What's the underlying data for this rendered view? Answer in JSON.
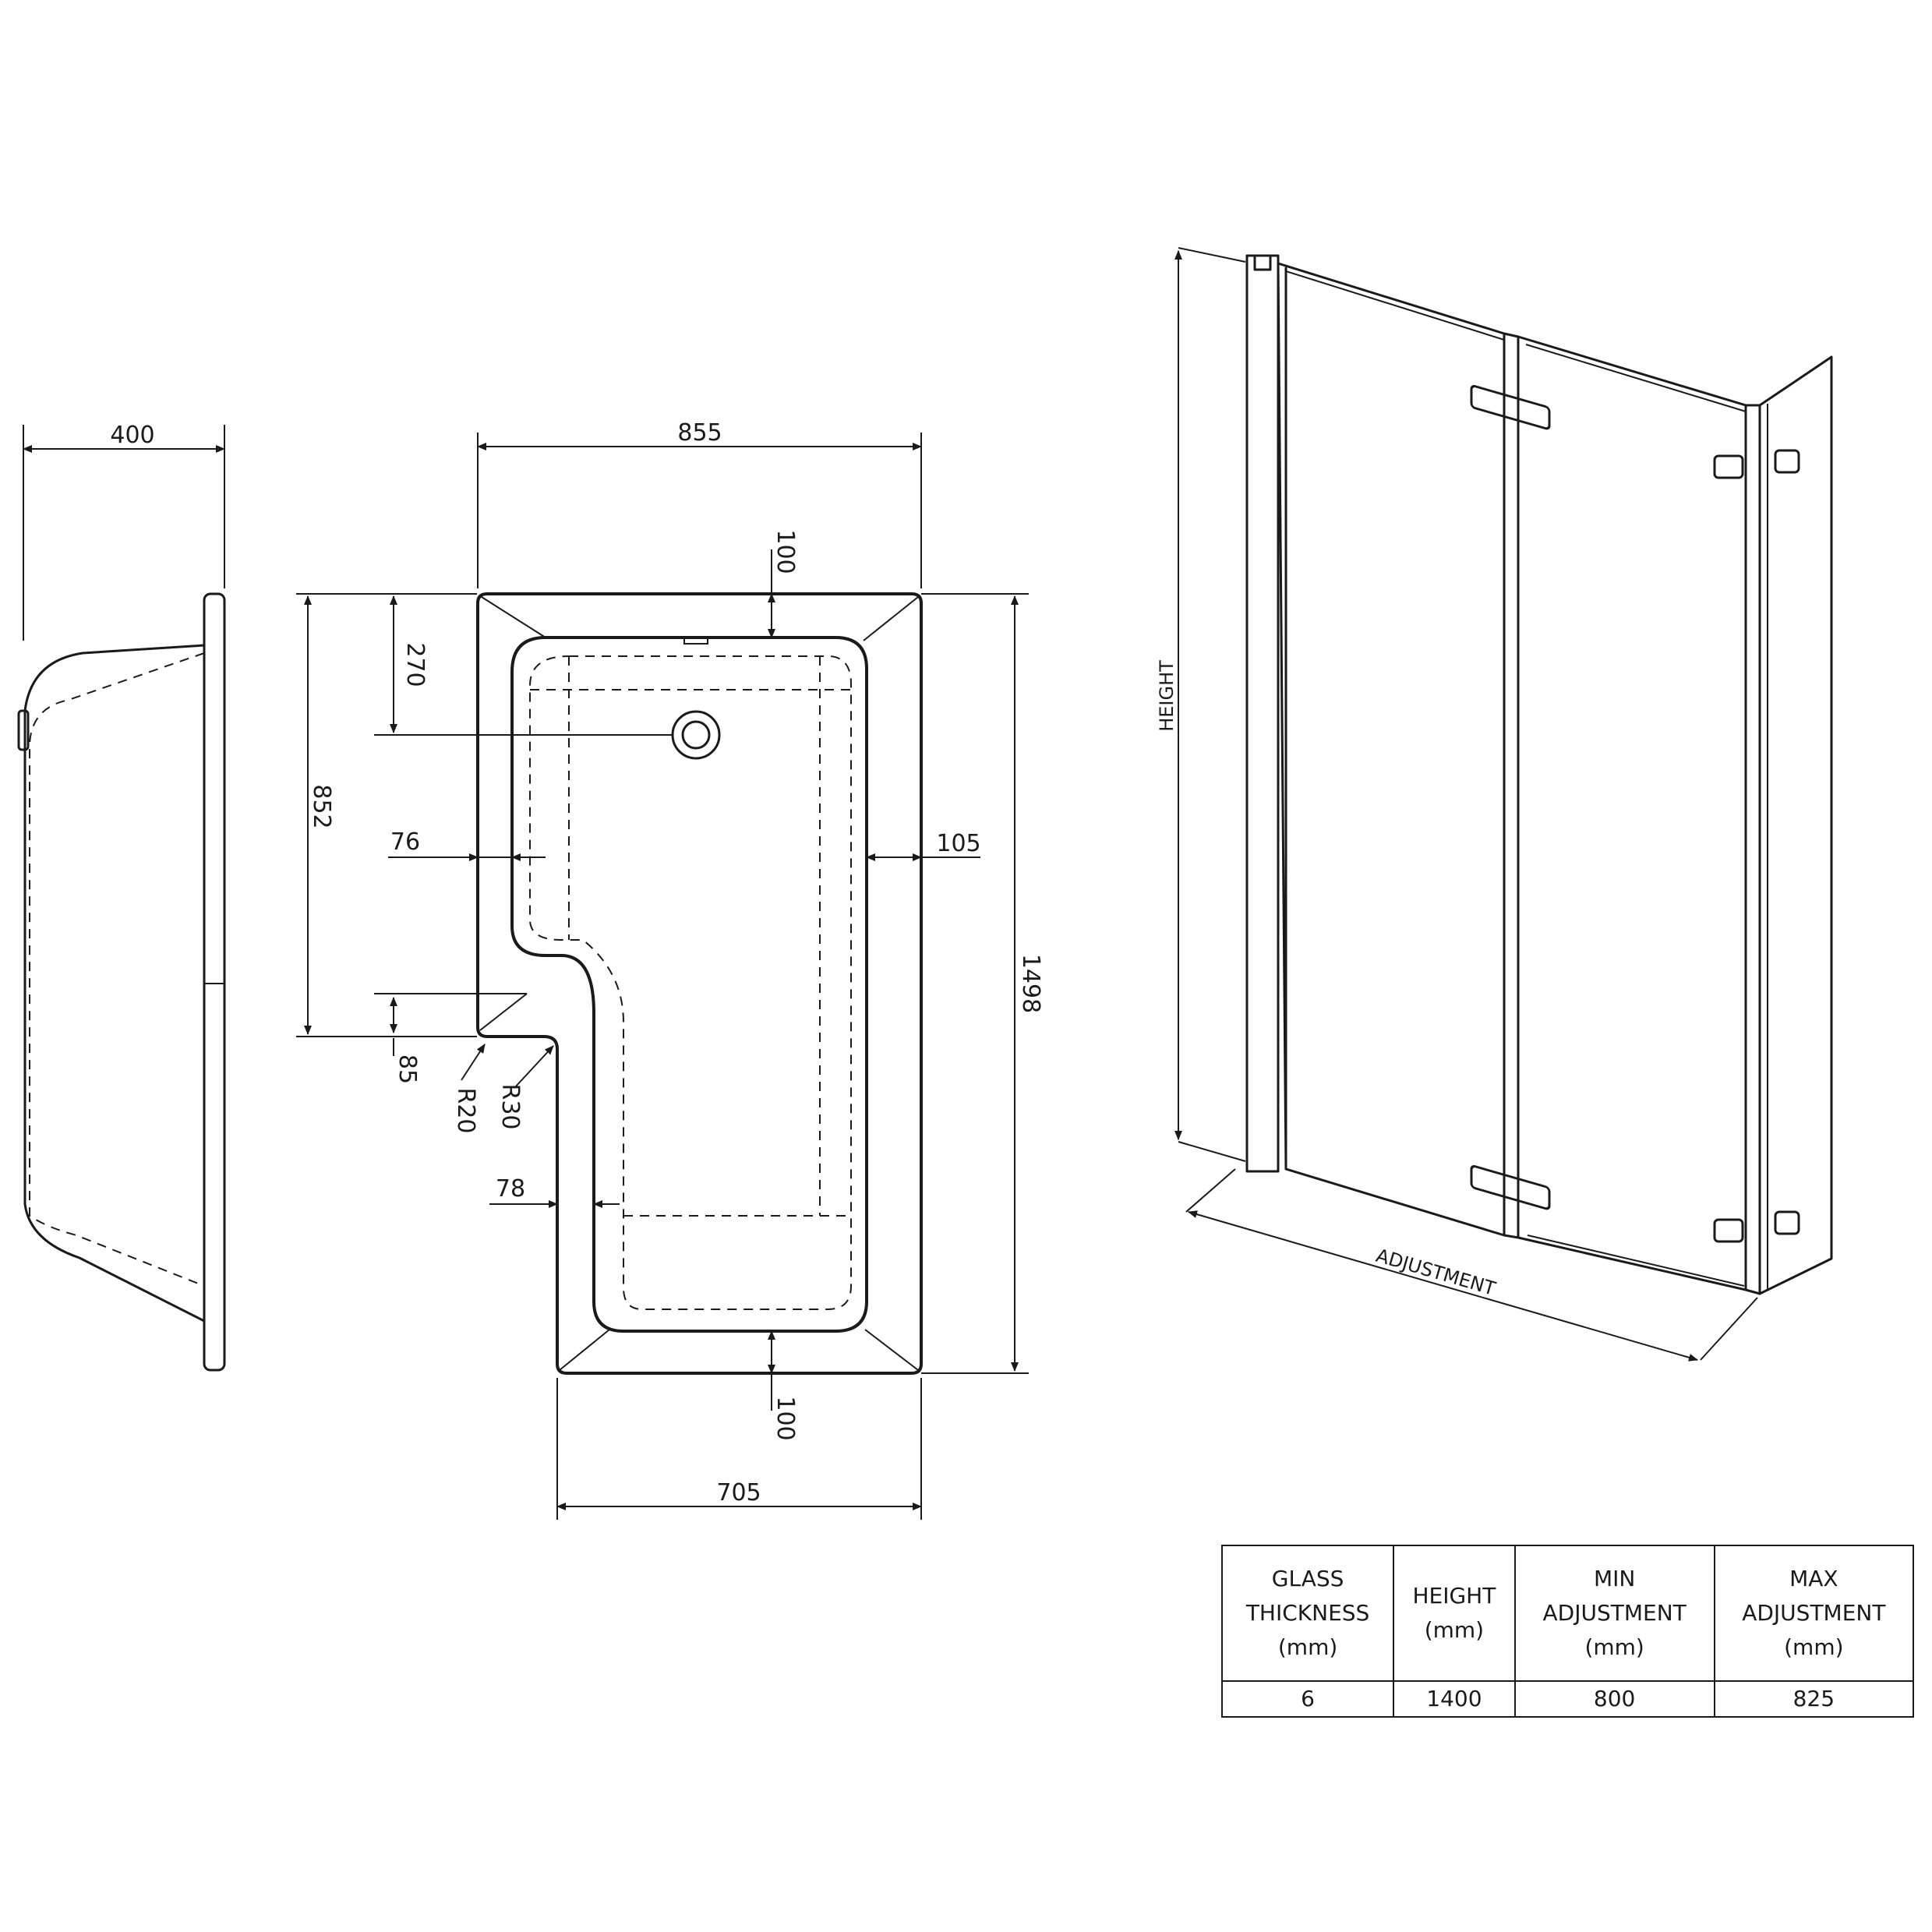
{
  "dimensions": {
    "side_depth": "400",
    "top_width": "855",
    "top_rim": "100",
    "waste_offset": "270",
    "shower_end_length": "852",
    "left_rim": "76",
    "right_rim": "105",
    "overall_length": "1498",
    "step_depth": "85",
    "radius_inner": "R20",
    "radius_outer": "R30",
    "lower_left_rim": "78",
    "bottom_rim": "100",
    "bottom_width": "705"
  },
  "screen": {
    "height_label": "HEIGHT",
    "adjustment_label": "ADJUSTMENT"
  },
  "spec_table": {
    "headers": [
      "GLASS\nTHICKNESS\n(mm)",
      "HEIGHT\n(mm)",
      "MIN\nADJUSTMENT\n(mm)",
      "MAX\nADJUSTMENT\n(mm)"
    ],
    "row": [
      "6",
      "1400",
      "800",
      "825"
    ]
  }
}
